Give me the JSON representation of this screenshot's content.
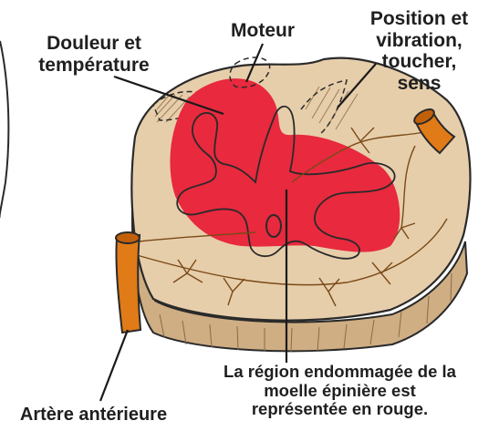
{
  "labels": {
    "pain_temperature": "Douleur et\ntempérature",
    "motor": "Moteur",
    "position_vibration": "Position et\nvibration,\ntoucher,\nsens",
    "damaged_region": "La région endommagée de la\nmoelle épinière est\nreprésentée en rouge.",
    "anterior_artery": "Artère antérieure"
  },
  "colors": {
    "cord_tissue": "#e7ceab",
    "cord_side": "#cfae84",
    "damage": "#e8293e",
    "artery": "#e07b17",
    "outline": "#2a2a2a"
  }
}
